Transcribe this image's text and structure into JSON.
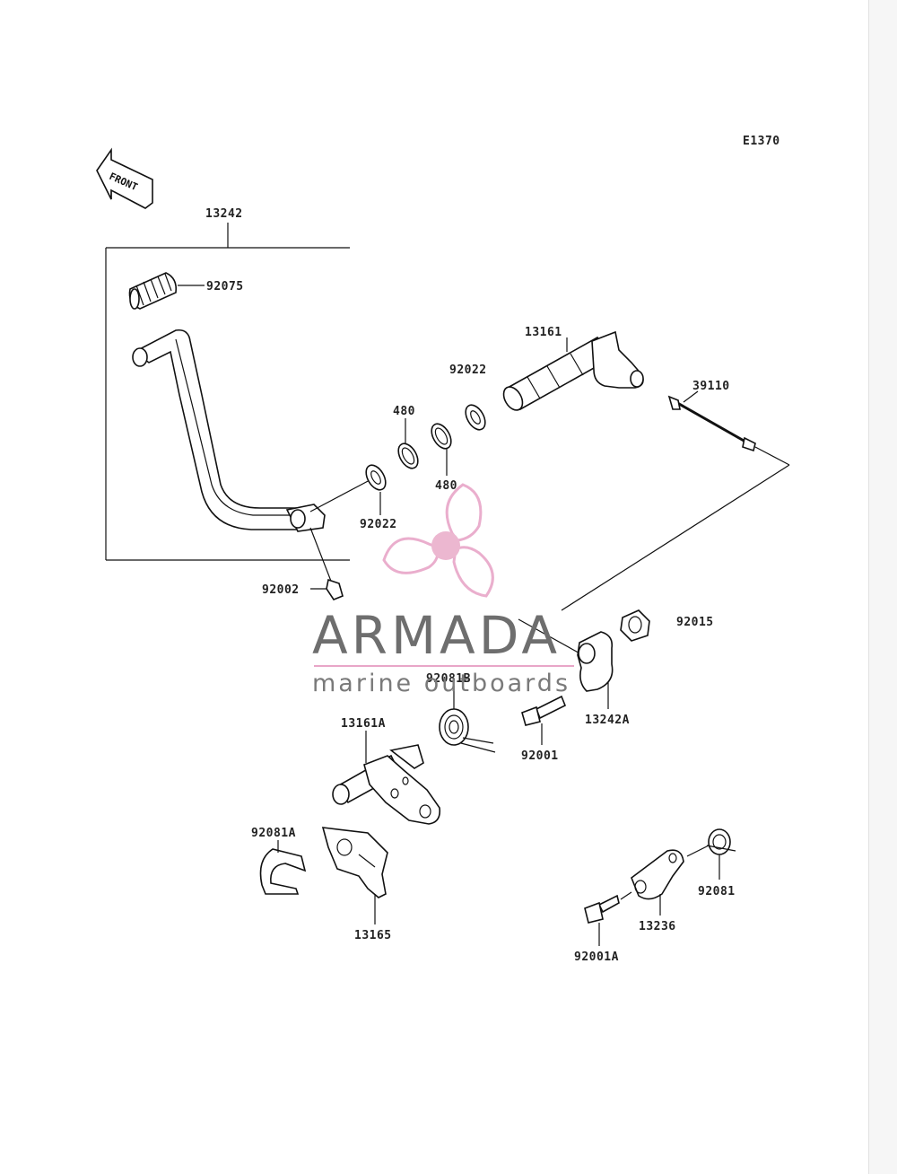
{
  "diagram": {
    "code": "E1370",
    "front_label": "FRONT",
    "labels": {
      "p13242": "13242",
      "p92075": "92075",
      "p13161": "13161",
      "p92022_top": "92022",
      "p39110": "39110",
      "p480_a": "480",
      "p480_b": "480",
      "p92022_bottom": "92022",
      "p92002": "92002",
      "p92015": "92015",
      "p92081B": "92081B",
      "p13242A": "13242A",
      "p92001": "92001",
      "p13161A": "13161A",
      "p92081A": "92081A",
      "p13165": "13165",
      "p13236": "13236",
      "p92081": "92081",
      "p92001A": "92001A"
    }
  },
  "watermark": {
    "brand": "ARMADA",
    "tagline": "marine outboards",
    "accent_color": "#e8a6c8",
    "text_color": "#6e6e6e"
  }
}
